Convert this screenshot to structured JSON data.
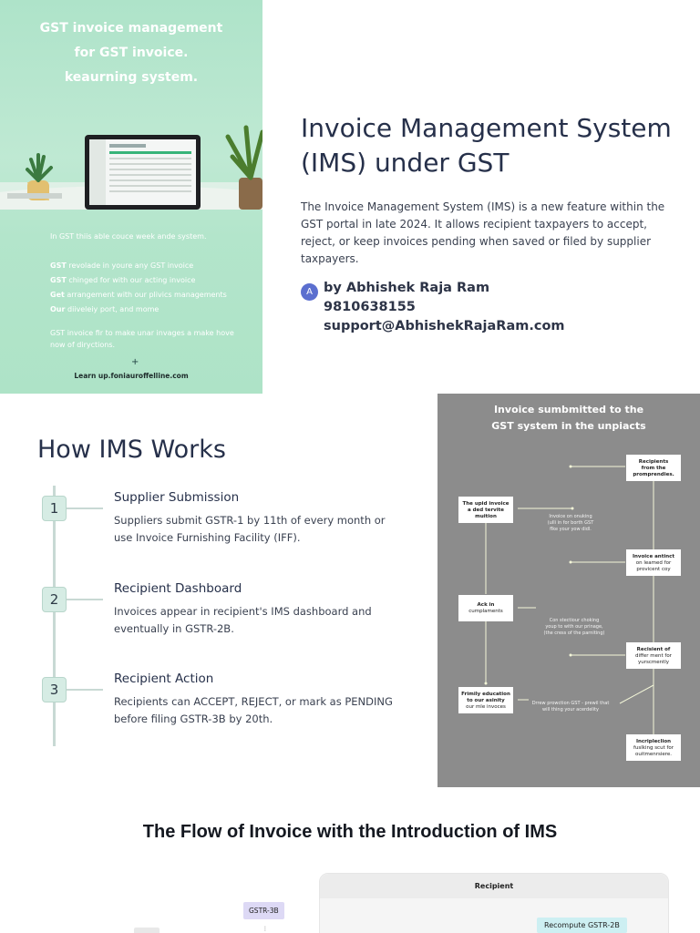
{
  "hero": {
    "headline": [
      "GST invoice management",
      "for GST invoice.",
      "keaurning system."
    ],
    "body_intro": "In GST thiis able couce week ande system.",
    "bullets": [
      {
        "lead": "GST",
        "text": " revolade in youre any GST invoice"
      },
      {
        "lead": "GST",
        "text": " chinged for with our acting invoice"
      },
      {
        "lead": "Get",
        "text": " arrangement with our plivics managements"
      },
      {
        "lead": "Our",
        "text": " diiveleiy port, and mome"
      }
    ],
    "closing": [
      "GST invoice fir to make unar invages a make hove",
      "now of diryctions."
    ],
    "plus": "+",
    "footer_link": "Learn up.foniauroffelline.com"
  },
  "main": {
    "title": "Invoice Management System (IMS) under GST",
    "intro": "The Invoice Management System (IMS) is a new feature within the GST portal in late 2024. It allows recipient taxpayers to accept, reject, or keep invoices pending when saved or filed by supplier taxpayers.",
    "author": {
      "avatar_letter": "A",
      "name": "by Abhishek Raja Ram",
      "phone": "9810638155",
      "email": "support@AbhishekRajaRam.com"
    }
  },
  "how": {
    "title": "How IMS Works",
    "steps": [
      {
        "number": "1",
        "heading": "Supplier Submission",
        "desc": "Suppliers submit GSTR-1 by 11th of every month or use Invoice Furnishing Facility (IFF)."
      },
      {
        "number": "2",
        "heading": "Recipient Dashboard",
        "desc": "Invoices appear in recipient's IMS dashboard and eventually in GSTR-2B."
      },
      {
        "number": "3",
        "heading": "Recipient Action",
        "desc": "Recipients can ACCEPT, REJECT, or mark as PENDING before filing GSTR-3B by 20th."
      }
    ]
  },
  "flow_diagram": {
    "title": [
      "Invoice sumbmitted to the",
      "GST system in the unpiacts"
    ],
    "right_boxes": [
      [
        "Recipients",
        "from the",
        "promprendies."
      ],
      [
        "Invoice antinct",
        "on leamed for",
        "provicent coy"
      ],
      [
        "Recisient of",
        "differ ment for",
        "yurscmently"
      ],
      [
        "Incripleclion",
        "fuslking scut for",
        "ouitmenrsiere."
      ]
    ],
    "left_boxes": [
      [
        "The upid invoice",
        "a ded tervite",
        "muition"
      ],
      [
        "Ack in",
        "cumplaments"
      ],
      [
        "Frimily education",
        "to our asinity",
        "our mle invoces"
      ]
    ],
    "notes": [
      [
        "Invoice on onuking",
        "(ulli in for borth GST",
        "flke your yow didl."
      ],
      [
        "Con stectiour choking",
        "youp to with our prinage,",
        "(the cress of the parniting)"
      ],
      [
        "Drrew prowction GST - prewil that",
        "will thing your acerdelity"
      ]
    ]
  },
  "bottom": {
    "title": "The Flow of Invoice with the Introduction of IMS",
    "recipient_label": "Recipient",
    "recompute_label": "Recompute GSTR-2B",
    "gstr3b_label": "GSTR-3B",
    "dots": "⋮"
  },
  "colors": {
    "hero_green": "#aee3c9",
    "title_navy": "#26304a",
    "flow_grey": "#8c8c8c",
    "avatar_blue": "#5b6fcf"
  }
}
